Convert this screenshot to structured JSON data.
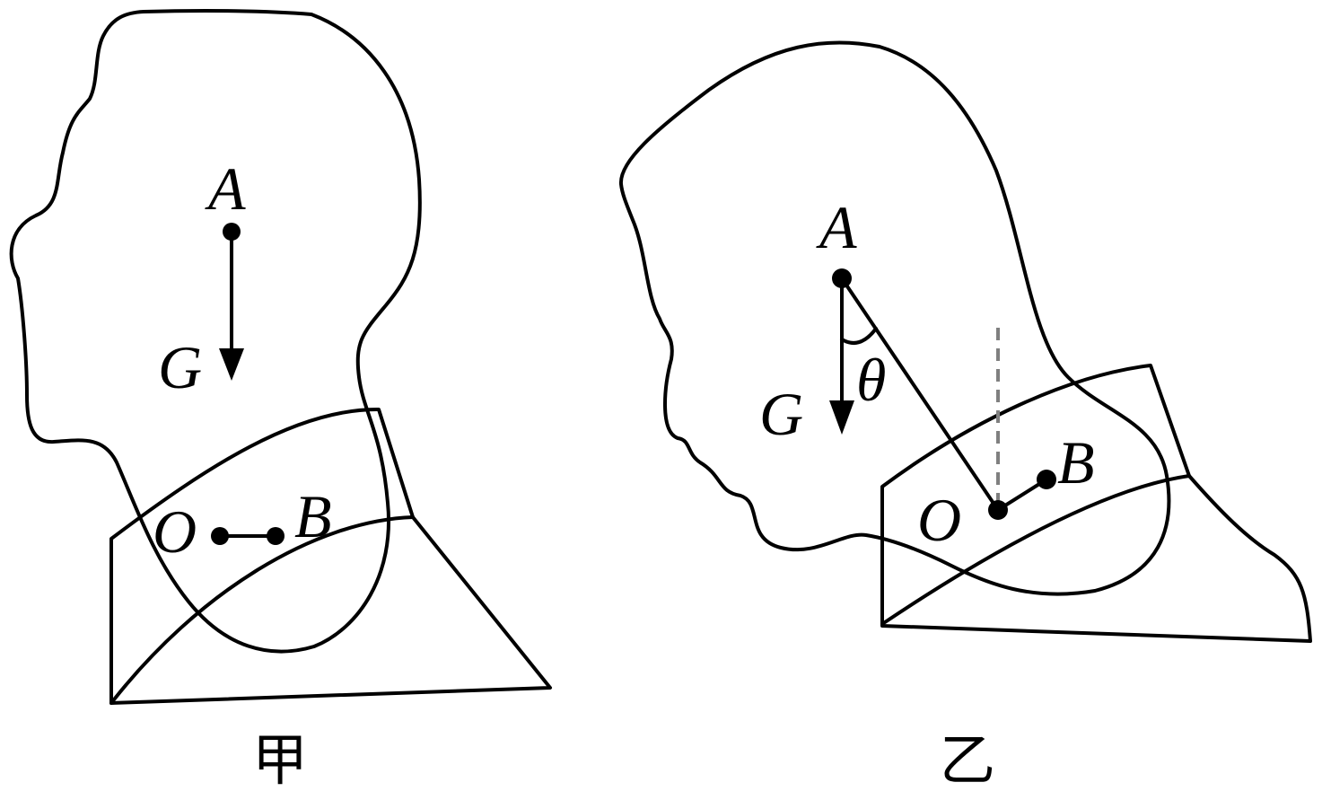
{
  "figures": [
    {
      "caption": "甲",
      "point_labels": {
        "a": "A",
        "o": "O",
        "b": "B"
      },
      "force_label": "G"
    },
    {
      "caption": "乙",
      "point_labels": {
        "a": "A",
        "o": "O",
        "b": "B"
      },
      "force_label": "G",
      "angle_label": "θ"
    }
  ]
}
